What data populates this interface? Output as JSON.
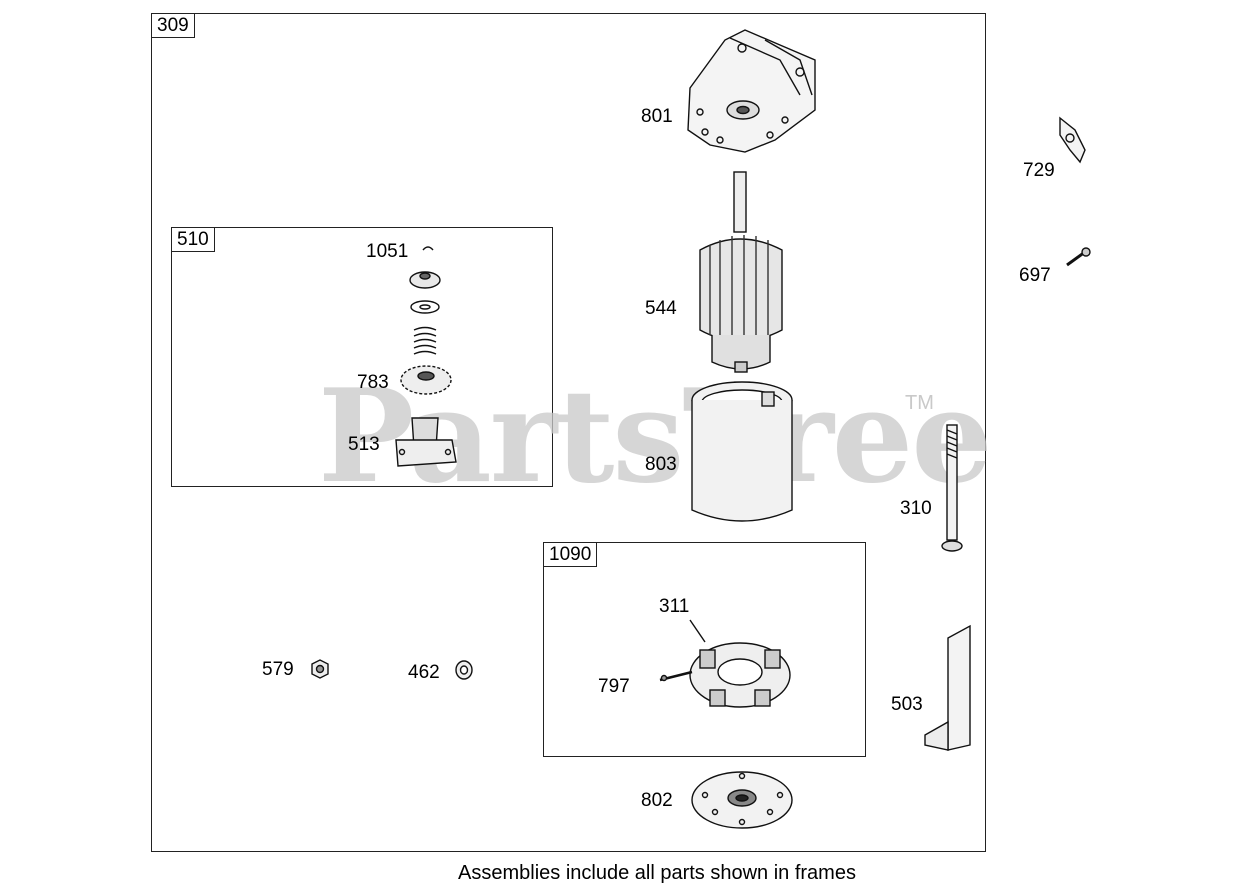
{
  "frames": {
    "main": "309",
    "drive": "510",
    "brush": "1090"
  },
  "callouts": {
    "p801": "801",
    "p729": "729",
    "p697": "697",
    "p1051": "1051",
    "p544": "544",
    "p783": "783",
    "p513": "513",
    "p803": "803",
    "p310": "310",
    "p311": "311",
    "p579": "579",
    "p462": "462",
    "p797": "797",
    "p503": "503",
    "p802": "802"
  },
  "watermark": {
    "brand": "PartsTree",
    "tm": "TM"
  },
  "footer": "Assemblies include all parts shown in frames"
}
